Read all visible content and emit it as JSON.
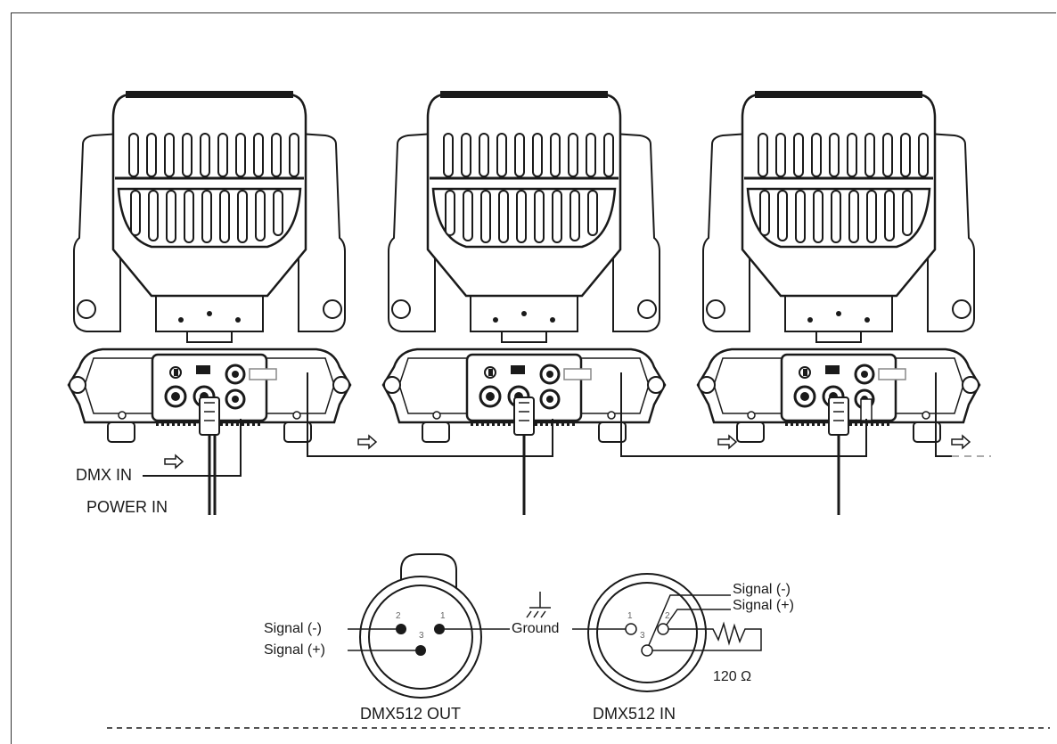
{
  "labels": {
    "dmx_in": "DMX IN",
    "power_in": "POWER IN",
    "dmx_out_title": "DMX512 OUT",
    "dmx_in_title": "DMX512 IN",
    "out_signal_minus": "Signal (-)",
    "out_signal_plus": "Signal (+)",
    "ground": "Ground",
    "in_signal_minus": "Signal (-)",
    "in_signal_plus": "Signal (+)",
    "resistor": "120 Ω"
  },
  "pins": {
    "out": [
      "2",
      "1",
      "3"
    ],
    "in": [
      "1",
      "2",
      "3"
    ]
  },
  "fixtures": [
    {
      "name": "moving-head-1"
    },
    {
      "name": "moving-head-2"
    },
    {
      "name": "moving-head-3"
    }
  ],
  "colors": {
    "line": "#1a1a1a",
    "page": "#ffffff",
    "dashed_continuation": "#aaaaaa"
  }
}
